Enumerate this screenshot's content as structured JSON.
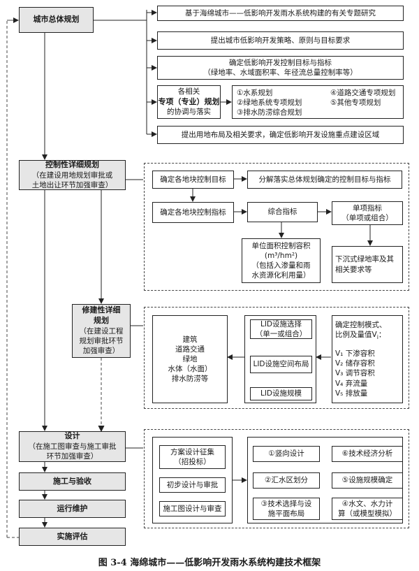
{
  "caption": "图 3-4  海绵城市——低影响开发雨水系统构建技术框架",
  "left_column": {
    "master_plan": "城市总体规划",
    "regulatory_plan": {
      "title": "控制性详细规划",
      "note_1": "（在建设用地规划审批或",
      "note_2": "土地出让环节加强审查）"
    },
    "site_plan": {
      "title_1": "修建性详细",
      "title_2": "规划",
      "note_1": "（在建设工程",
      "note_2": "规划审批环节",
      "note_3": "加强审查）"
    },
    "design": {
      "title": "设计",
      "note_1": "（在施工图审查与施工审批",
      "note_2": "环节加强审查）"
    },
    "construction": "施工与验收",
    "operation": "运行维护",
    "evaluation": "实施评估"
  },
  "master_plan_tasks": {
    "task_1": "基于海绵城市——低影响开发雨水系统构建的有关专题研究",
    "task_2": "提出城市低影响开发策略、原则与目标要求",
    "task_3_line1": "确定低影响开发控制目标与指标",
    "task_3_line2": "（绿地率、水域面积率、年径流总量控制率等）",
    "coordination_1": "各相关",
    "coordination_2": "专项（专业）规划",
    "coordination_3": "的协调与落实",
    "special_plans": [
      "①水系规划",
      "②绿地系统专项规划",
      "③排水防涝综合规划",
      "④道路交通专项规划",
      "⑤其他专项规划"
    ],
    "task_5": "提出用地布局及相关要求，确定低影响开发设施重点建设区域"
  },
  "regulatory_tasks": {
    "parcel_target": "确定各地块控制目标",
    "decompose": "分解落实总体规划确定的控制目标与指标",
    "parcel_index": "确定各地块控制指标",
    "composite": "综合指标",
    "single_1": "单项指标",
    "single_2": "（单项或组合）",
    "composite_detail_1": "单位面积控制容积",
    "composite_detail_2": "(m³/hm²)",
    "composite_detail_3": "（包括入渗量和雨",
    "composite_detail_4": "水资源化利用量）",
    "single_detail_1": "下沉式绿地率及其",
    "single_detail_2": "相关要求等"
  },
  "site_plan_tasks": {
    "land_uses": [
      "建筑",
      "道路交通",
      "绿地",
      "水体（水面）",
      "排水防涝等"
    ],
    "lid_select_1": "LID设施选择",
    "lid_select_2": "（单一或组合）",
    "lid_layout": "LID设施空间布局",
    "lid_scale": "LID设施规模",
    "mode_1": "确定控制模式、",
    "mode_2": "比例及量值V",
    "mode_sub": "i",
    "mode_3": "：",
    "volumes": [
      "V₁ 下渗容积",
      "V₂ 储存容积",
      "V₃ 调节容积",
      "V₄ 弃流量",
      "V₅ 排放量"
    ]
  },
  "design_tasks": {
    "bidding_1": "方案设计征集",
    "bidding_2": "（招投标）",
    "preliminary": "初步设计与审批",
    "construction_drawing": "施工图设计与审查",
    "step_1": "①竖向设计",
    "step_2": "②汇水区划分",
    "step_3_1": "③技术选择与设",
    "step_3_2": "施平面布局",
    "step_4_1": "④水文、水力计",
    "step_4_2": "算（或模型模拟）",
    "step_5": "⑤设施规模确定",
    "step_6": "⑥技术经济分析"
  }
}
